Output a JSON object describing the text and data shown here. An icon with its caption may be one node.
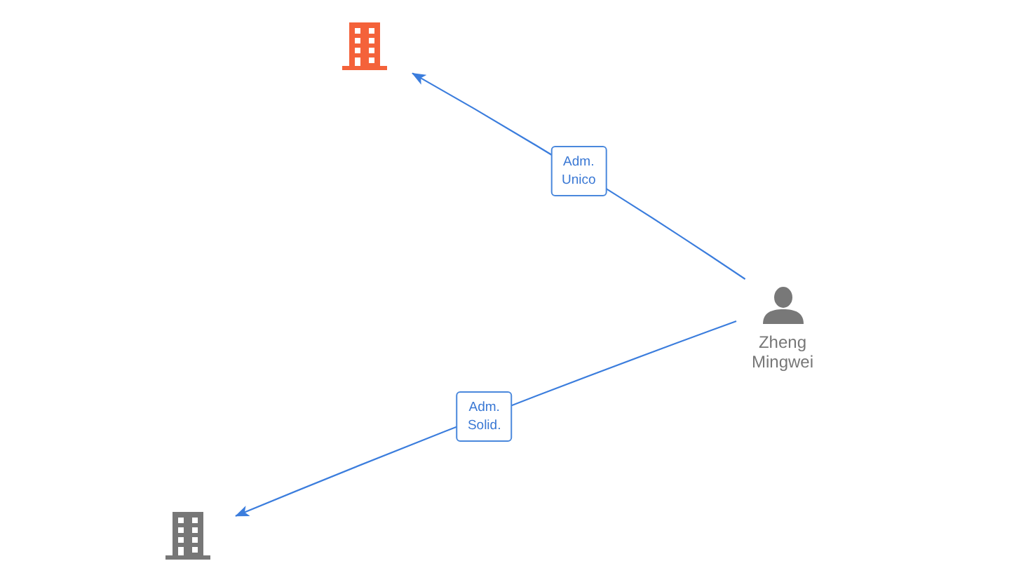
{
  "diagram": {
    "nodes": [
      {
        "text": [],
        "shape": "building"
      },
      {
        "text": [
          "Zheng Mingwei"
        ]
      },
      {
        "text": [],
        "shape": "building"
      }
    ],
    "edges": [
      {
        "from": 1,
        "to": 0,
        "arrow": "to",
        "label": "Adm. Unico"
      },
      {
        "from": 1,
        "to": 2,
        "arrow": "to",
        "label": "Adm. Solid."
      }
    ]
  }
}
